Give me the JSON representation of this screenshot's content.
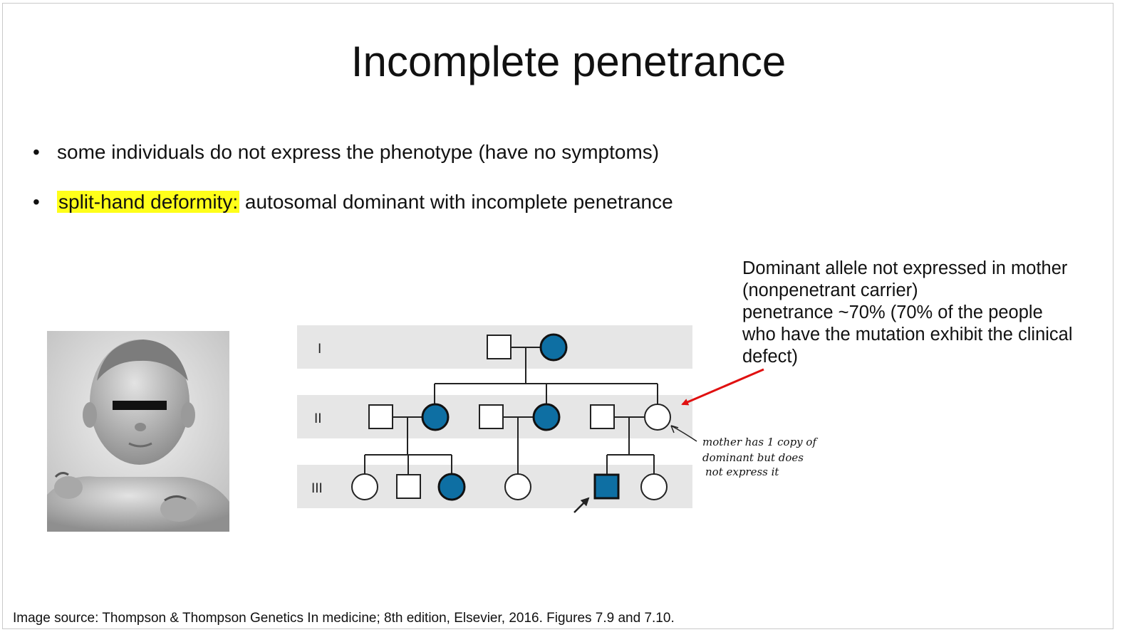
{
  "slide": {
    "title": "Incomplete penetrance",
    "bullets": [
      {
        "marker": "•",
        "text": "some individuals do not express the phenotype (have no symptoms)"
      },
      {
        "marker": "•",
        "highlight": "split-hand deformity:",
        "text": " autosomal dominant with incomplete penetrance"
      }
    ],
    "note": "Dominant allele not expressed in mother\n(nonpenetrant carrier)\npenetrance ~70% (70% of the people\nwho have the mutation exhibit the clinical\ndefect)",
    "handwritten_note": [
      "mother has 1 copy of",
      "dominant but does",
      "not express it"
    ],
    "source": "Image source: Thompson & Thompson Genetics In medicine; 8th edition, Elsevier, 2016. Figures 7.9 and 7.10."
  },
  "pedigree": {
    "generations": [
      "I",
      "II",
      "III"
    ],
    "colors": {
      "affected": "#0e6fa3",
      "band": "#e6e6e6",
      "highlight": "#ffff1a",
      "arrow": "#e01010"
    },
    "members": {
      "I": [
        {
          "sex": "male",
          "affected": false
        },
        {
          "sex": "female",
          "affected": true
        }
      ],
      "II": [
        {
          "sex": "male",
          "affected": false
        },
        {
          "sex": "female",
          "affected": true
        },
        {
          "sex": "male",
          "affected": false
        },
        {
          "sex": "female",
          "affected": true
        },
        {
          "sex": "male",
          "affected": false
        },
        {
          "sex": "female",
          "affected": false,
          "note": "nonpenetrant carrier"
        }
      ],
      "III": [
        {
          "sex": "female",
          "affected": false
        },
        {
          "sex": "male",
          "affected": false
        },
        {
          "sex": "female",
          "affected": true
        },
        {
          "sex": "female",
          "affected": false
        },
        {
          "sex": "male",
          "affected": true,
          "proband": true
        },
        {
          "sex": "female",
          "affected": false
        }
      ]
    }
  },
  "photo": {
    "subject": "infant with split-hand deformity"
  }
}
